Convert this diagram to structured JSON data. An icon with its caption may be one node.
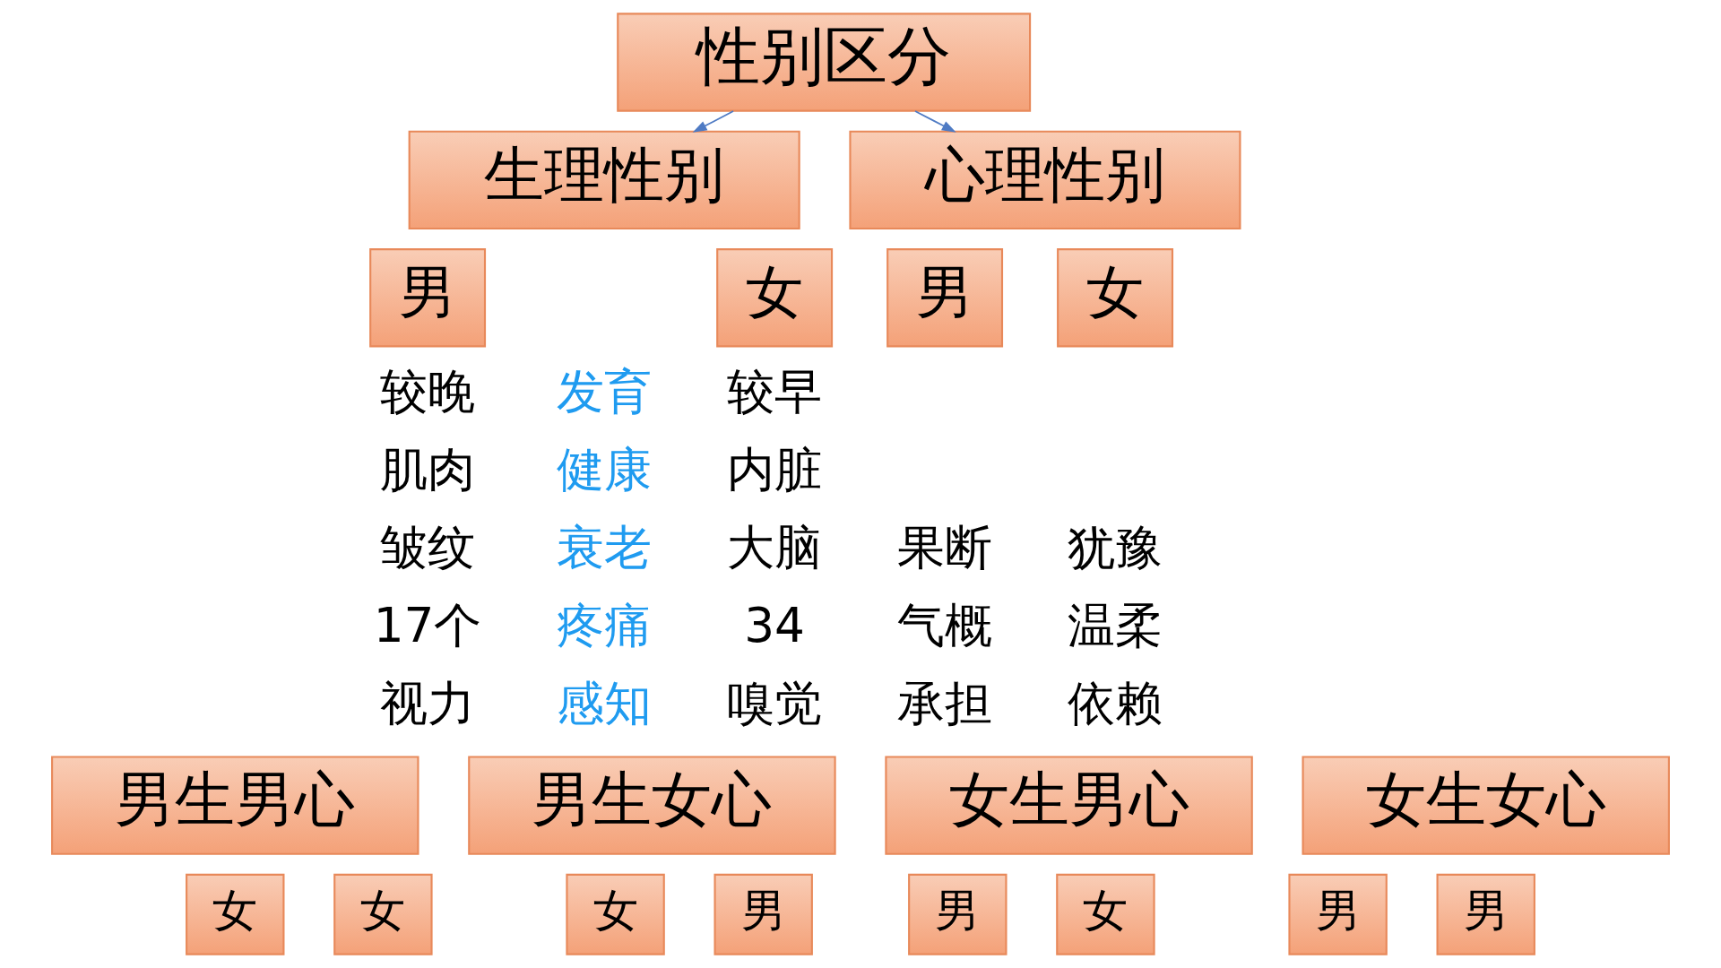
{
  "diagram": {
    "nodes": [
      {
        "text": [
          "性别区分"
        ]
      },
      {
        "text": [
          "生理性别"
        ]
      },
      {
        "text": [
          "心理性别"
        ]
      },
      {
        "text": [
          "男"
        ]
      },
      {
        "text": [
          "女"
        ]
      },
      {
        "text": [
          "男"
        ]
      },
      {
        "text": [
          "女"
        ]
      },
      {
        "text": [
          "男生男心"
        ]
      },
      {
        "text": [
          "男生女心"
        ]
      },
      {
        "text": [
          "女生男心"
        ]
      },
      {
        "text": [
          "女生女心"
        ]
      },
      {
        "text": [
          "女"
        ]
      },
      {
        "text": [
          "女"
        ]
      },
      {
        "text": [
          "女"
        ]
      },
      {
        "text": [
          "男"
        ]
      },
      {
        "text": [
          "男"
        ]
      },
      {
        "text": [
          "女"
        ]
      },
      {
        "text": [
          "男"
        ]
      },
      {
        "text": [
          "男"
        ]
      }
    ],
    "edges": [
      {
        "from": 0,
        "to": 1,
        "arrow": "to"
      },
      {
        "from": 0,
        "to": 2,
        "arrow": "to"
      }
    ],
    "labels": [
      "较晚",
      "发育",
      "较早",
      "肌肉",
      "健康",
      "内脏",
      "皱纹",
      "衰老",
      "大脑",
      "17个",
      "疼痛",
      "34",
      "视力",
      "感知",
      "嗅觉",
      "果断",
      "气概",
      "承担",
      "犹豫",
      "温柔",
      "依赖"
    ]
  }
}
